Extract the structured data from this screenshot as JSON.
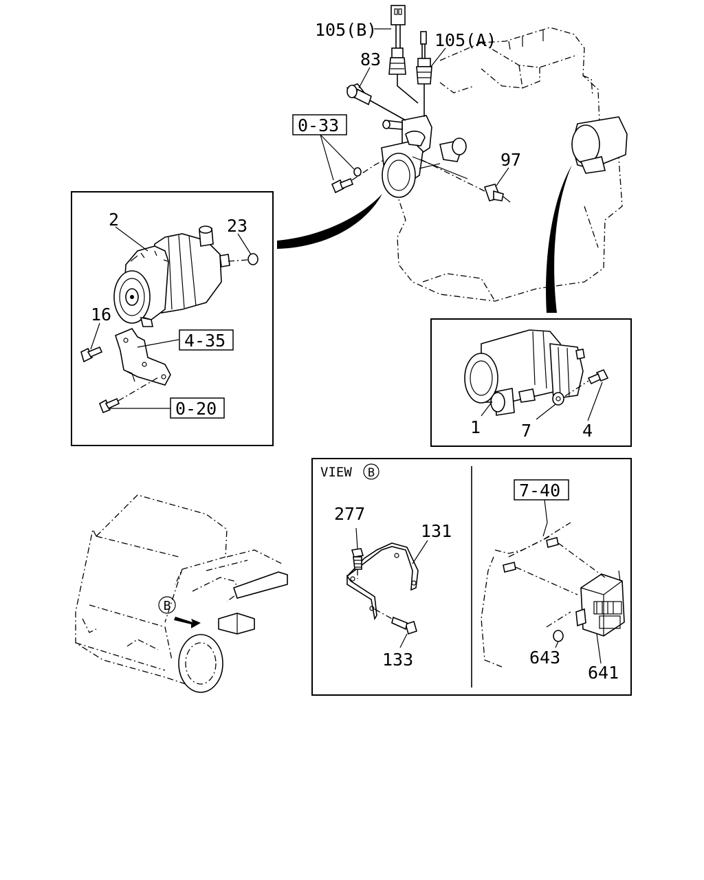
{
  "labels": {
    "p105b": "105(B)",
    "p105a": "105(A)",
    "p83": "83",
    "ref033": "0-33",
    "p97": "97",
    "p2": "2",
    "p23": "23",
    "p16": "16",
    "ref435": "4-35",
    "ref020": "0-20",
    "p1": "1",
    "p7": "7",
    "p4": "4",
    "view_text": "VIEW",
    "view_letter": "B",
    "p277": "277",
    "p131": "131",
    "p133": "133",
    "ref740": "7-40",
    "p643": "643",
    "p641": "641",
    "truck_marker": "B"
  }
}
